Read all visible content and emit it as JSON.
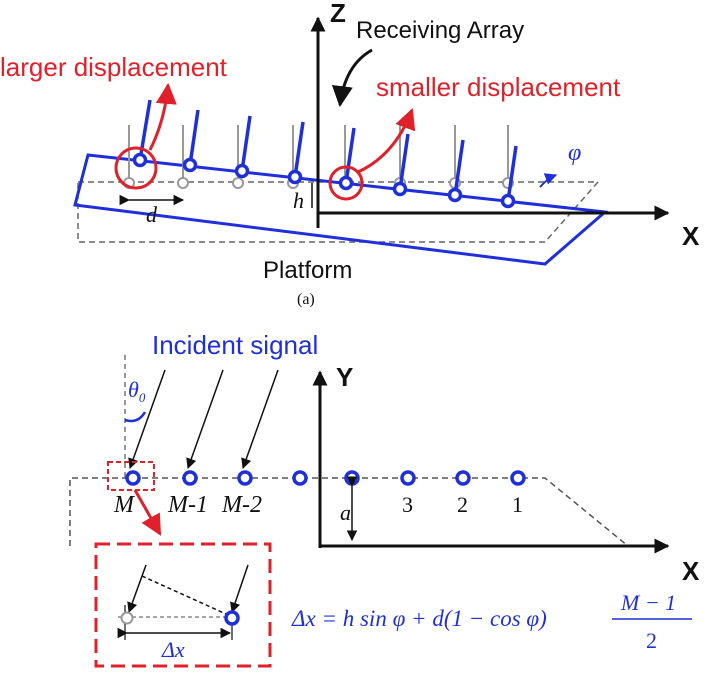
{
  "panel_a": {
    "z_axis_label": "Z",
    "x_axis_label": "X",
    "receiving_array_label": "Receiving Array",
    "larger_displacement_label": "larger displacement",
    "smaller_displacement_label": "smaller displacement",
    "phi_label": "φ",
    "d_label": "d",
    "h_label": "h",
    "platform_label": "Platform",
    "caption": "(a)"
  },
  "panel_b": {
    "incident_signal_label": "Incident signal",
    "theta_label": "θ",
    "theta_subscript": "0",
    "y_axis_label": "Y",
    "x_axis_label": "X",
    "a_label": "a",
    "element_labels": [
      "M",
      "M-1",
      "M-2",
      "3",
      "2",
      "1"
    ],
    "inset_delta_label": "Δx",
    "formula": {
      "lhs": "Δx = h sin φ + d(1 − cos φ)",
      "frac_num": "M − 1",
      "frac_den": "2"
    }
  },
  "colors": {
    "blue": "#1f2fd9",
    "red": "#e0202a",
    "black": "#111111",
    "gray": "#888888"
  }
}
